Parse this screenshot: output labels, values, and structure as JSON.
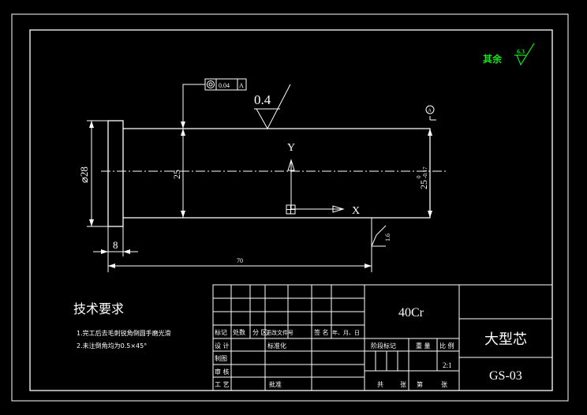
{
  "roughness": {
    "general_label": "其余",
    "general_value": "6.3",
    "surface_value": "0.4",
    "chamfer_value": "1.6"
  },
  "tolerance_frame": {
    "value": "0.04",
    "datum": "A"
  },
  "datum_marker": "A",
  "dimensions": {
    "flange_dia": "⌀28",
    "shaft_dia": "25",
    "shaft_dia_right": "25",
    "shaft_dia_right_upper": "0",
    "shaft_dia_right_lower": "-0.17",
    "flange_width": "8",
    "total_length": "70"
  },
  "axes": {
    "x": "X",
    "y": "Y"
  },
  "tech_requirements": {
    "title": "技术要求",
    "items": [
      "1.完工后去毛刺锐角倒圆手磨光滑",
      "2.未注倒角均为0.5×45°"
    ]
  },
  "title_block": {
    "material": "40Cr",
    "part_name": "大型芯",
    "drawing_no": "GS-03",
    "scale": "2:1",
    "row_labels": {
      "mark": "标记",
      "count": "处数",
      "zone": "分 区",
      "change_doc": "更改文件号",
      "signature": "签 名",
      "date": "年、月、日",
      "design": "设 计",
      "standardize": "标准化",
      "draw": "制图",
      "review": "审 核",
      "process": "工 艺",
      "approve": "批准"
    },
    "stage_labels": {
      "stage_mark": "阶段标记",
      "weight": "重 量",
      "scale": "比 例"
    },
    "sheet_labels": {
      "total": "共",
      "sheets": "张",
      "sheet_no": "第",
      "sheet": "张"
    }
  }
}
